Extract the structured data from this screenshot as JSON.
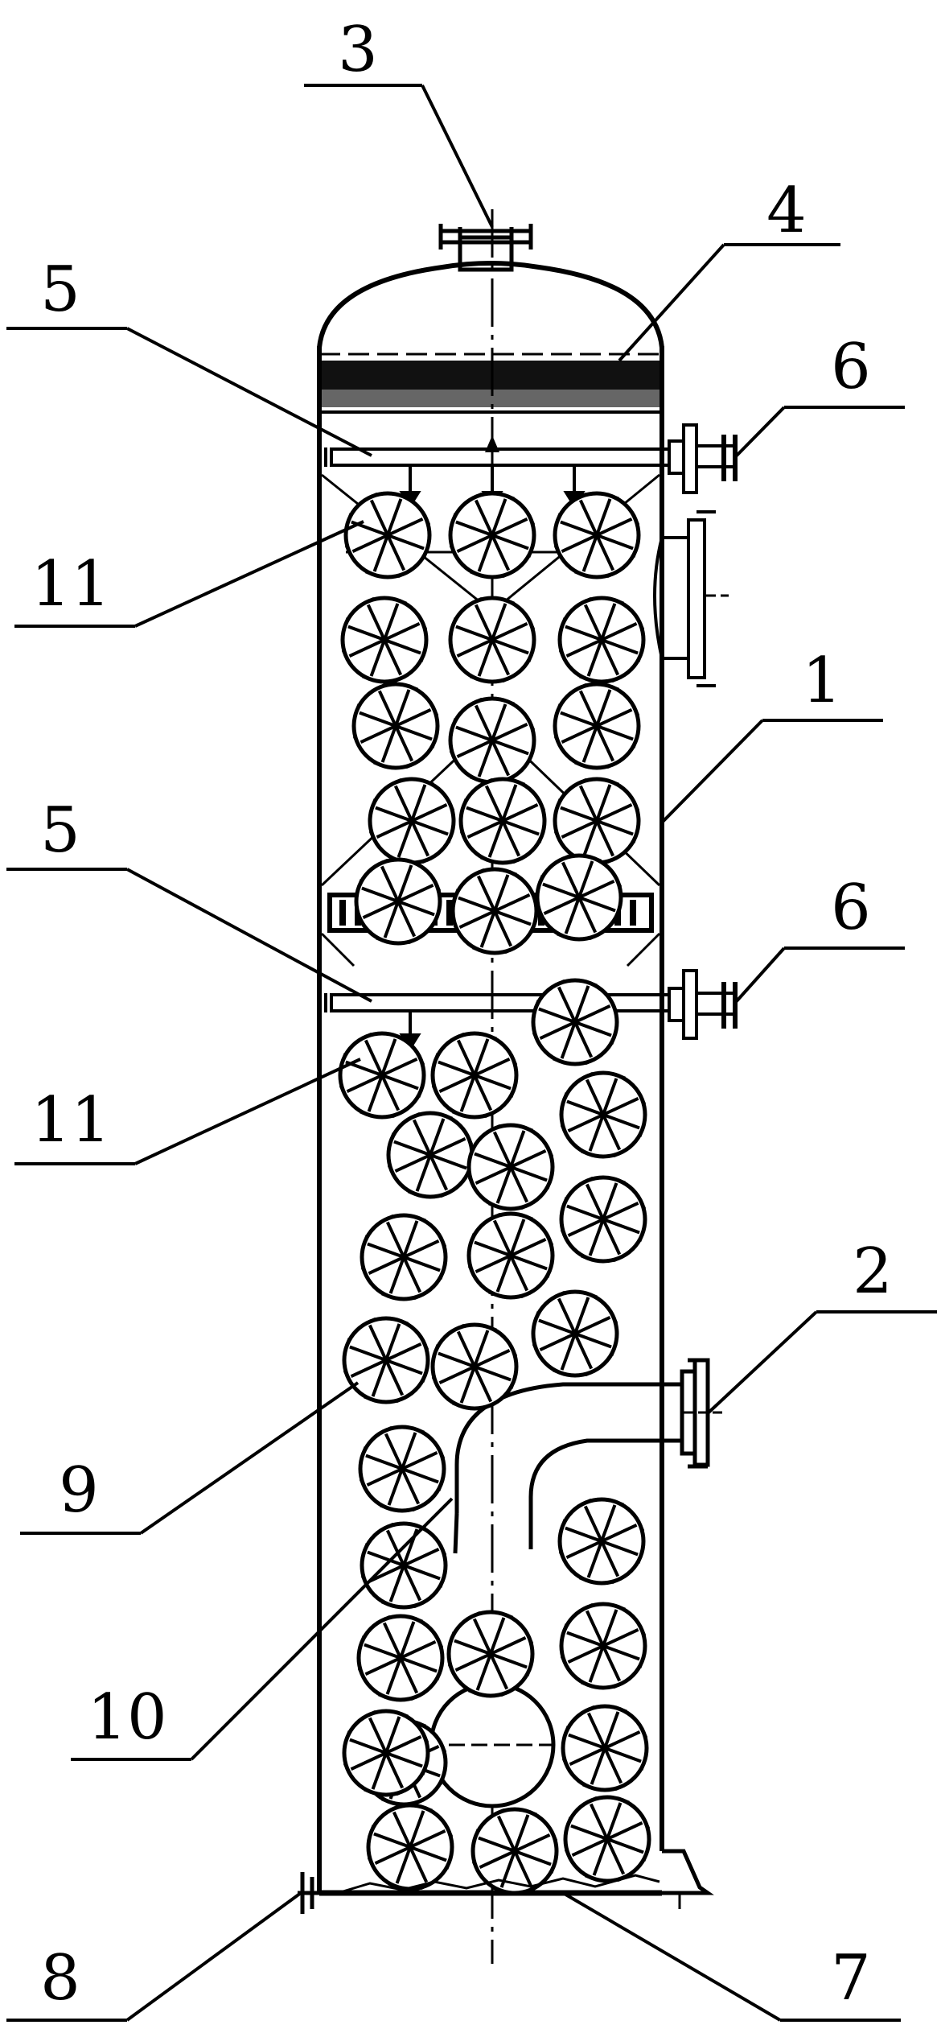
{
  "labels": {
    "l1": "1",
    "l2": "2",
    "l3": "3",
    "l4": "4",
    "l5a": "5",
    "l5b": "5",
    "l6a": "6",
    "l6b": "6",
    "l7": "7",
    "l8": "8",
    "l9": "9",
    "l10": "10",
    "l11a": "11",
    "l11b": "11"
  },
  "colors": {
    "line": "#000000",
    "background": "#ffffff"
  }
}
